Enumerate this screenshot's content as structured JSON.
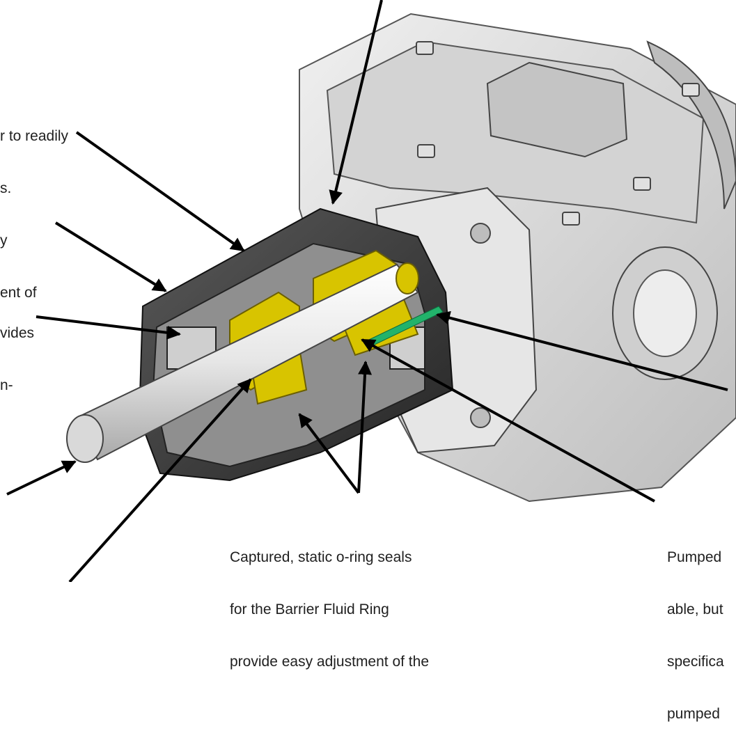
{
  "captions": {
    "c1_line1": "r to readily",
    "c1_line2": "s.",
    "c2_line1": "y",
    "c2_line2": "ent of",
    "c3_line1": "vides",
    "c3_line2": "n-",
    "c4_line1": "Captured, static o-ring seals",
    "c4_line2": "for the Barrier Fluid Ring",
    "c4_line3": "provide easy adjustment of the",
    "c5_line1": "Pumped",
    "c5_line2": "able, but",
    "c5_line3": "specifica",
    "c5_line4": "pumped"
  },
  "colors": {
    "housing": "#d9d9d9",
    "housing_shade": "#b8b8b8",
    "seal_body": "#3a3a3a",
    "spring": "#d8c400",
    "shaft": "#ececec",
    "green_strip": "#22b36b",
    "arrow": "#000000"
  }
}
